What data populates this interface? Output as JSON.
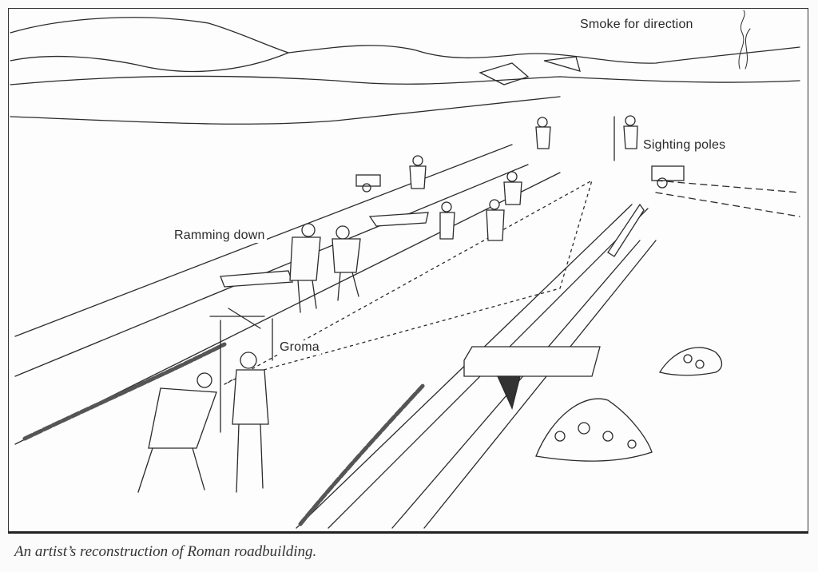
{
  "illustration": {
    "labels": {
      "smoke": "Smoke for direction",
      "sighting_poles": "Sighting poles",
      "ramming": "Ramming down",
      "groma": "Groma"
    },
    "caption": "An artist’s reconstruction of Roman roadbuilding."
  }
}
